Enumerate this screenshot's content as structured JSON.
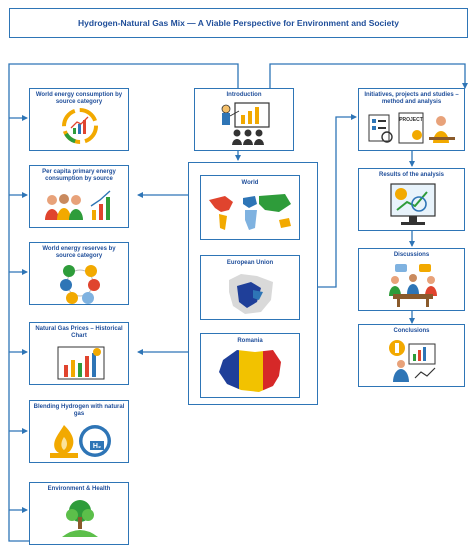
{
  "title": "Hydrogen-Natural Gas Mix — A Viable Perspective for Environment and Society",
  "center": {
    "introduction": "Introduction"
  },
  "left_column": [
    {
      "label": "World energy consumption by source category",
      "icon": "pie-growth-icon"
    },
    {
      "label": "Per capita primary energy consumption by source",
      "icon": "people-bar-chart-icon"
    },
    {
      "label": "World energy reserves by source category",
      "icon": "energy-sources-icon"
    },
    {
      "label": "Natural Gas Prices – Historical Chart",
      "icon": "price-chart-icon"
    },
    {
      "label": "Blending Hydrogen with natural gas",
      "icon": "flame-h2-icon"
    },
    {
      "label": "Environment & Health",
      "icon": "globe-tree-icon"
    }
  ],
  "regions": [
    {
      "label": "World",
      "icon": "world-map-icon"
    },
    {
      "label": "European Union",
      "icon": "eu-map-icon"
    },
    {
      "label": "Romania",
      "icon": "romania-flag-map-icon"
    }
  ],
  "right_column": [
    {
      "label": "Initiatives, projects and studies – method and analysis",
      "icon": "project-research-icon"
    },
    {
      "label": "Results of the analysis",
      "icon": "analysis-monitor-icon"
    },
    {
      "label": "Discussions",
      "icon": "discussion-people-icon"
    },
    {
      "label": "Conclusions",
      "icon": "conclusion-presenter-icon"
    }
  ],
  "icon_text": {
    "project": "PROJECT",
    "h2": "H₂"
  },
  "colors": {
    "border": "#2e75b6",
    "text": "#1f4e9a",
    "connector": "#2e75b6"
  }
}
